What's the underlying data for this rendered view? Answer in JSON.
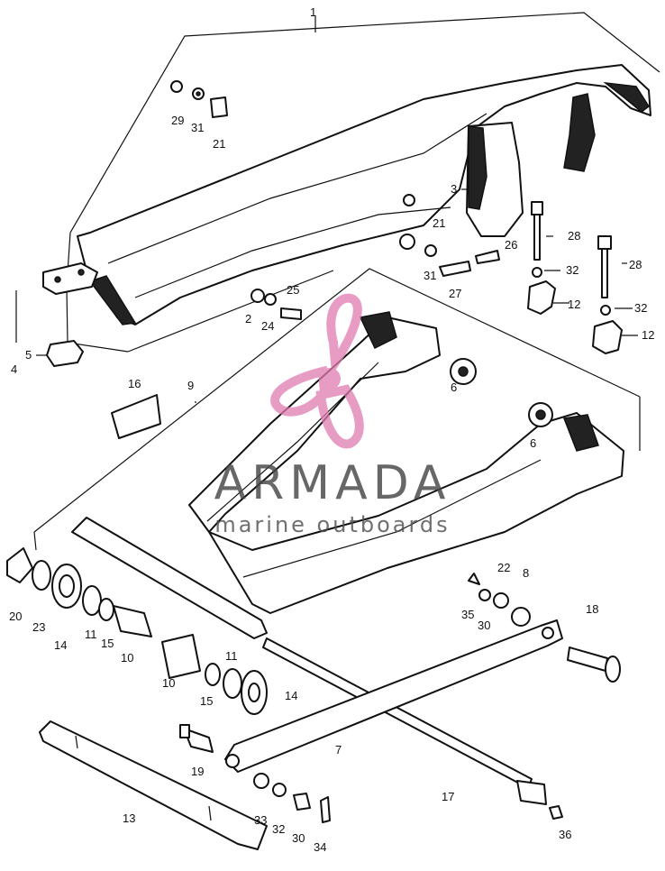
{
  "watermark": {
    "brand": "ARMADA",
    "tagline": "marine outboards",
    "logo_icon": "propeller-logo-icon",
    "logo_color": "#e07bb0"
  },
  "callouts": [
    "1",
    "29",
    "31",
    "21",
    "3",
    "28",
    "21",
    "26",
    "28",
    "31",
    "27",
    "32",
    "32",
    "12",
    "25",
    "12",
    "2",
    "24",
    "4",
    "5",
    "16",
    "9",
    "6",
    "6",
    "22",
    "8",
    "18",
    "35",
    "30",
    "20",
    "23",
    "14",
    "11",
    "15",
    "10",
    "10",
    "11",
    "15",
    "14",
    "7",
    "19",
    "17",
    "13",
    "33",
    "32",
    "30",
    "34",
    "36"
  ]
}
